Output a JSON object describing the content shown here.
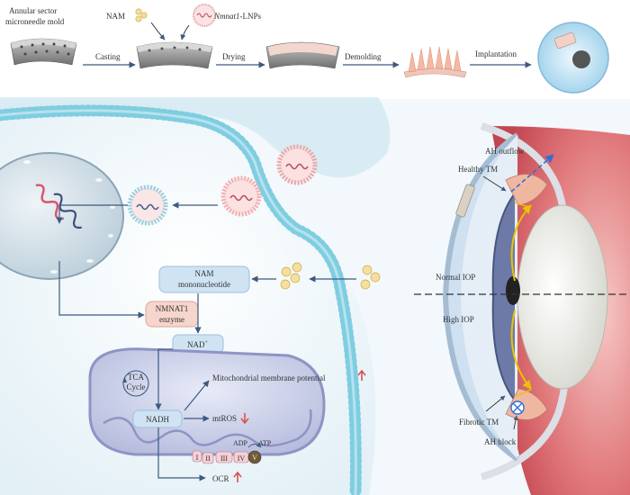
{
  "workflow": {
    "mold_label_1": "Annular sector",
    "mold_label_2": "microneedle mold",
    "nam": "NAM",
    "lnp_gene": "Nmnat1",
    "lnp_suffix": "-LNPs",
    "steps": [
      "Casting",
      "Drying",
      "Demolding",
      "Implantation"
    ]
  },
  "cell": {
    "nam_mono_1": "NAM",
    "nam_mono_2": "mononucleotide",
    "enzyme_1": "NMNAT1",
    "enzyme_2": "enzyme",
    "nad_plus": "NAD",
    "nad_plus_sup": "+",
    "tca_1": "TCA",
    "tca_2": "Cycle",
    "nadh": "NADH",
    "mito_potential": "Mitochondrial membrane potential",
    "mtros": "mtROS",
    "ocr": "OCR",
    "complexes": [
      "I",
      "II",
      "III",
      "IV",
      "V"
    ],
    "adp": "ADP",
    "atp": "ATP"
  },
  "eye": {
    "ah_outflow": "AH outflow",
    "healthy_tm": "Healthy TM",
    "normal_iop": "Normal IOP",
    "high_iop": "High IOP",
    "fibrotic_tm": "Fibrotic TM",
    "ah_block": "AH block"
  },
  "colors": {
    "arrow": "#3d5a80",
    "increase": "#d9534f",
    "decrease": "#d9534f",
    "outflow": "#2e6fd8",
    "membrane": "#8fd0e0",
    "box_fill": "#cfe3f3",
    "enzyme_fill": "#f6d5cc"
  }
}
